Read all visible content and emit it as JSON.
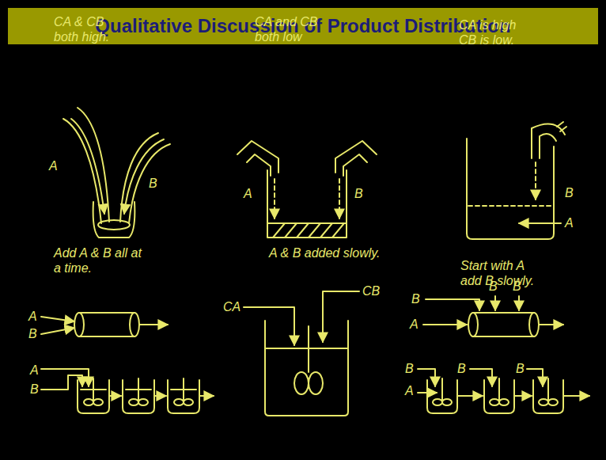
{
  "diagram": {
    "title": "Qualitative Discussion of Product Distribution",
    "labels": [
      "CA & CB both high.",
      "CA and CB both low",
      "CA is high CB is low.",
      "A",
      "B",
      "A",
      "B",
      "B",
      "A",
      "Add A & B all at a time.",
      "A & B added slowly.",
      "Start with A add B slowly.",
      "A",
      "B",
      "CA",
      "CB",
      "B",
      "B",
      "B",
      "A",
      "A",
      "B",
      "B",
      "A",
      "B",
      "B"
    ]
  }
}
